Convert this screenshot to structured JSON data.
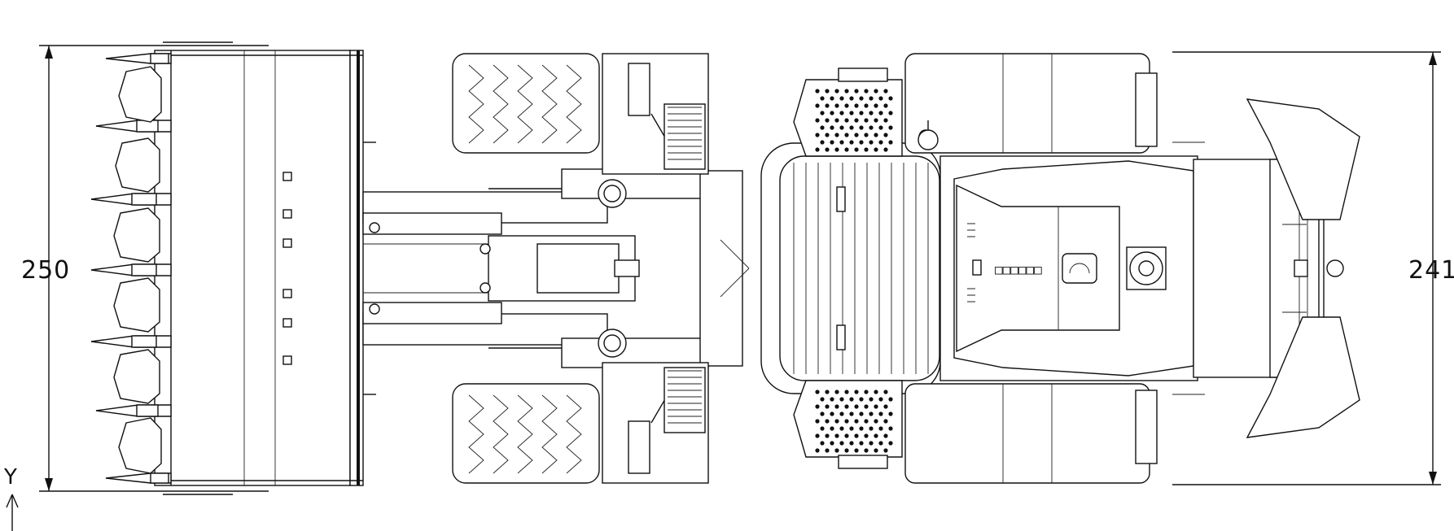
{
  "drawing": {
    "subject": "wheel loader top view",
    "left_dimension": "250",
    "right_dimension": "241",
    "axis_label": "Y",
    "cab_marking": "□□□□□□",
    "line_color": "#111111",
    "background": "#ffffff"
  }
}
